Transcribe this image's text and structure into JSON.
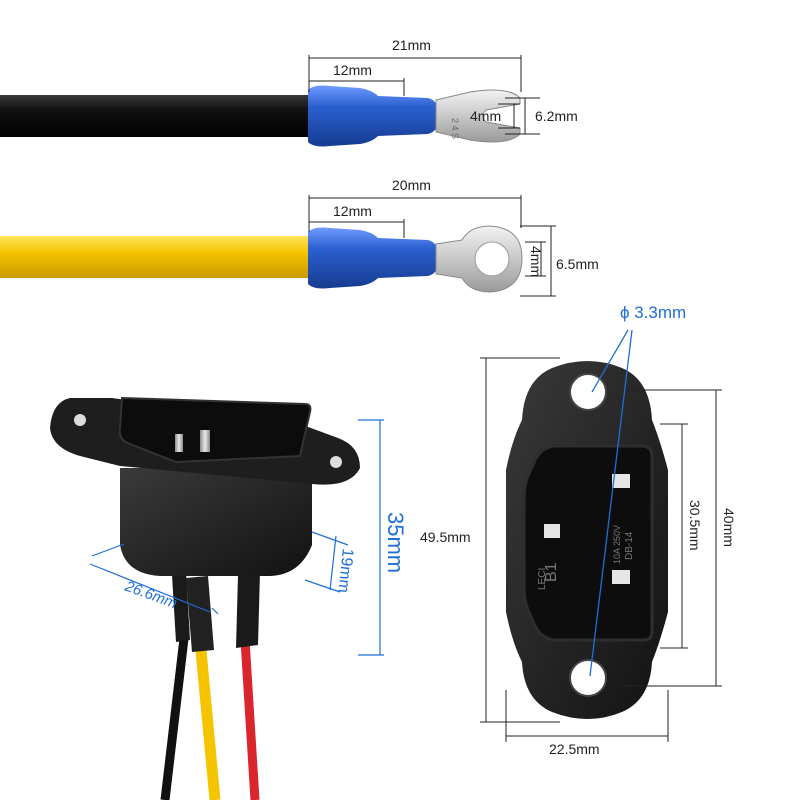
{
  "fork_terminal": {
    "overall_length": "21mm",
    "sleeve_length": "12mm",
    "slot_width": "4mm",
    "tongue_width": "6.2mm"
  },
  "ring_terminal": {
    "overall_length": "20mm",
    "sleeve_length": "12mm",
    "hole_diameter": "4mm",
    "ring_width": "6.5mm"
  },
  "socket_perspective": {
    "height": "35mm",
    "width": "26.6mm",
    "depth": "19mm"
  },
  "socket_front": {
    "hole_diameter": "ϕ 3.3mm",
    "flange_height": "49.5mm",
    "body_height": "40mm",
    "inlet_height": "30.5mm",
    "width": "22.5mm",
    "marking_model": "B1",
    "marking_brand": "LECI",
    "marking_part": "DB-14",
    "marking_rating": "10A 250V"
  },
  "colors": {
    "dimension": "#222222",
    "accent_blue": "#1f6fd6",
    "wire_black": "#111111",
    "wire_yellow": "#f5c400",
    "wire_red": "#d9262c",
    "terminal_blue": "#2b5fd0"
  }
}
